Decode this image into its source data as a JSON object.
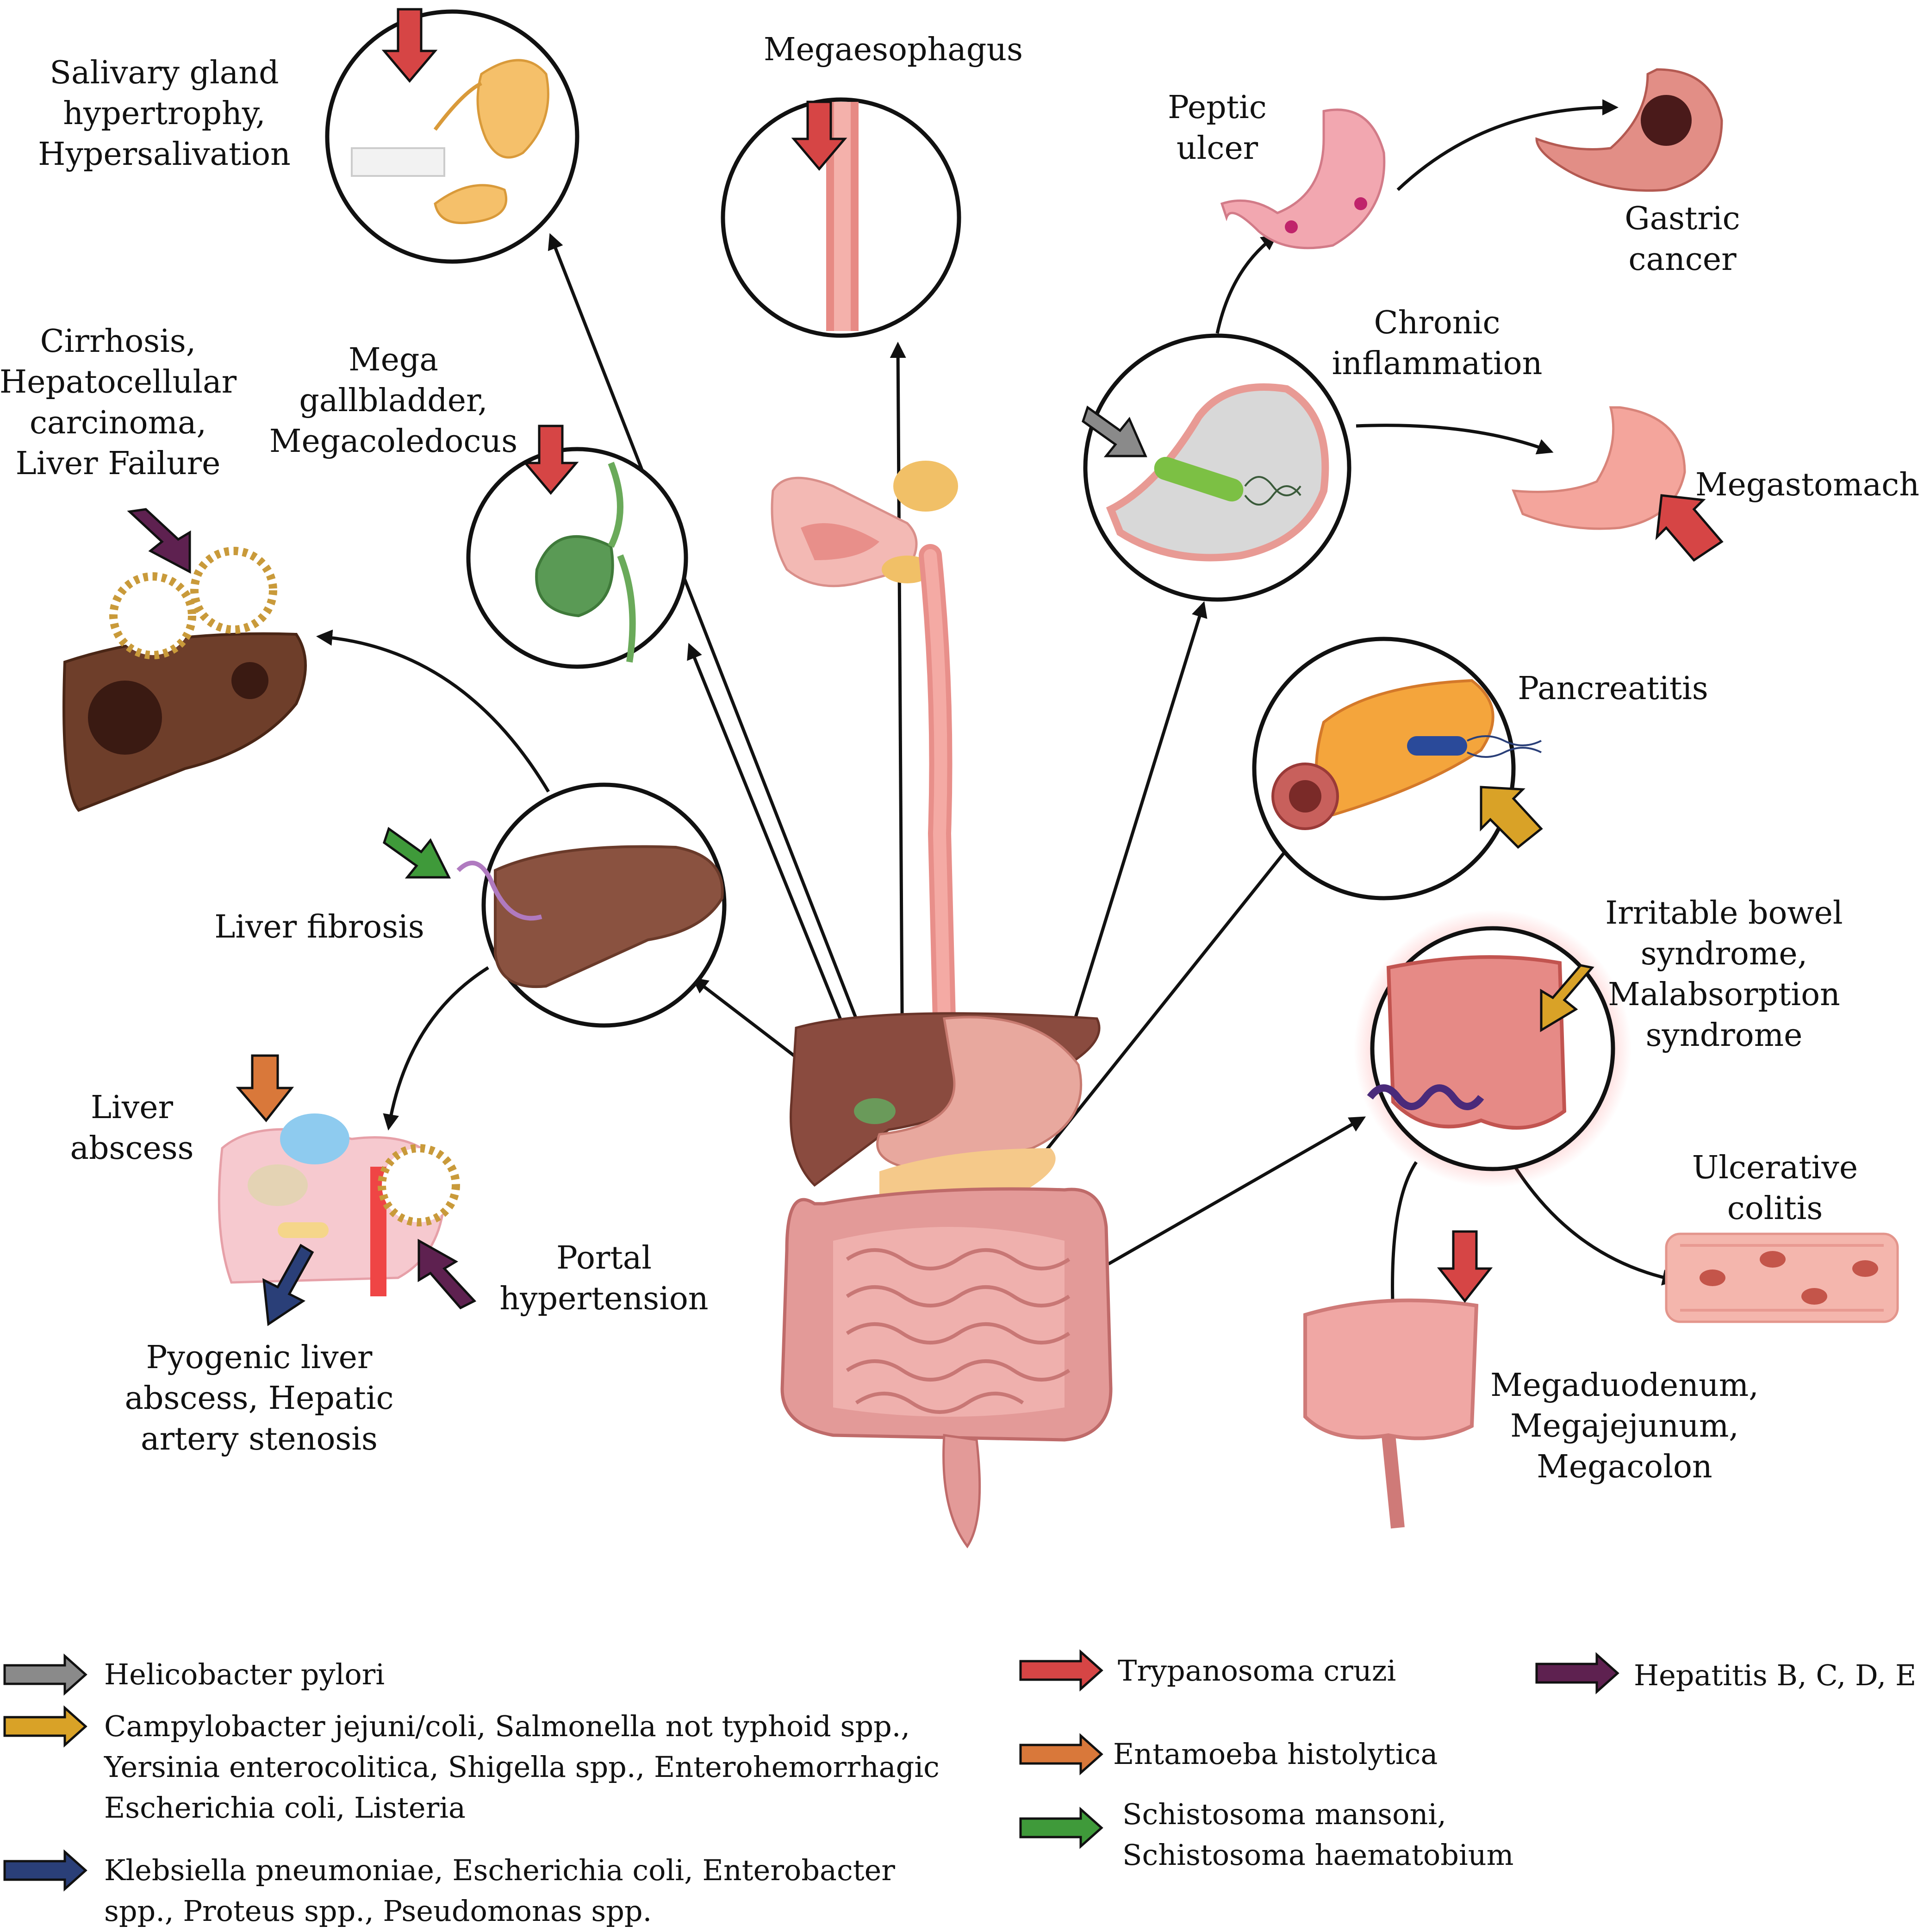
{
  "colors": {
    "helicobacter": "#8a8a8a",
    "campylobacter": "#d9a227",
    "klebsiella": "#2a3f78",
    "trypanosoma": "#d64545",
    "entamoeba": "#d9783a",
    "schistosoma": "#3f9a3a",
    "hepatitis": "#5e2150"
  },
  "labels": {
    "salivary": [
      "Salivary gland",
      "hypertrophy,",
      "Hypersalivation"
    ],
    "megaesophagus": [
      "Megaesophagus"
    ],
    "peptic": [
      "Peptic",
      "ulcer"
    ],
    "gastric": [
      "Gastric",
      "cancer"
    ],
    "chronic": [
      "Chronic",
      "inflammation"
    ],
    "megastomach": [
      "Megastomach"
    ],
    "cirrhosis": [
      "Cirrhosis,",
      "Hepatocellular",
      "carcinoma,",
      "Liver Failure"
    ],
    "gallbladder": [
      "Mega",
      "gallbladder,",
      "Megacoledocus"
    ],
    "pancreatitis": [
      "Pancreatitis"
    ],
    "fibrosis": [
      "Liver fibrosis"
    ],
    "ibs": [
      "Irritable bowel",
      "syndrome,",
      "Malabsorption",
      "syndrome"
    ],
    "abscess": [
      "Liver",
      "abscess"
    ],
    "portal": [
      "Portal",
      "hypertension"
    ],
    "pyogenic": [
      "Pyogenic liver",
      "abscess, Hepatic",
      "artery stenosis"
    ],
    "colitis": [
      "Ulcerative",
      "colitis"
    ],
    "megaduodenum": [
      "Megaduodenum,",
      "Megajejunum,",
      "Megacolon"
    ]
  },
  "legend": {
    "helicobacter": [
      "Helicobacter pylori"
    ],
    "campylobacter": [
      "Campylobacter jejuni/coli, Salmonella not typhoid spp.,",
      "Yersinia enterocolitica, Shigella spp., Enterohemorrhagic",
      "Escherichia coli, Listeria"
    ],
    "klebsiella": [
      "Klebsiella pneumoniae, Escherichia coli, Enterobacter",
      "spp., Proteus spp., Pseudomonas spp."
    ],
    "trypanosoma": [
      "Trypanosoma cruzi"
    ],
    "entamoeba": [
      "Entamoeba histolytica"
    ],
    "schistosoma": [
      "Schistosoma mansoni,",
      "Schistosoma haematobium"
    ],
    "hepatitis": [
      "Hepatitis B, C, D, E"
    ]
  }
}
